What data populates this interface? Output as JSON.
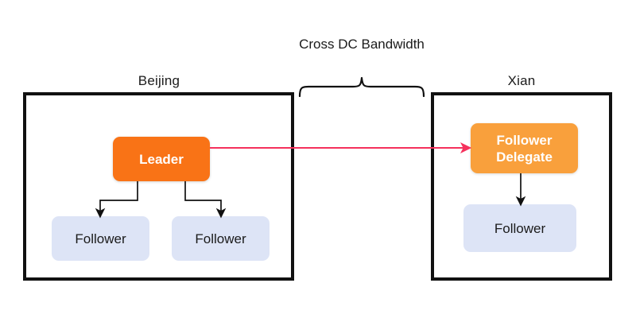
{
  "diagram": {
    "title_crossdc": "Cross DC\nBandwidth",
    "colors": {
      "leader_fill": "#f97316",
      "delegate_fill": "#f9a03c",
      "follower_fill": "#dde4f6",
      "box_border": "#111111",
      "replication_arrow": "#f5315c",
      "local_arrow": "#111111",
      "background": "#ffffff"
    },
    "regions": [
      {
        "id": "beijing",
        "label": "Beijing",
        "nodes": [
          {
            "id": "leader",
            "label": "Leader",
            "role": "leader"
          },
          {
            "id": "follower-bj-left",
            "label": "Follower",
            "role": "follower"
          },
          {
            "id": "follower-bj-right",
            "label": "Follower",
            "role": "follower"
          }
        ]
      },
      {
        "id": "xian",
        "label": "Xian",
        "nodes": [
          {
            "id": "follower-delegate",
            "label": "Follower\nDelegate",
            "role": "delegate"
          },
          {
            "id": "follower-xian",
            "label": "Follower",
            "role": "follower"
          }
        ]
      }
    ],
    "edges": [
      {
        "from": "leader",
        "to": "follower-bj-left",
        "kind": "local"
      },
      {
        "from": "leader",
        "to": "follower-bj-right",
        "kind": "local"
      },
      {
        "from": "leader",
        "to": "follower-delegate",
        "kind": "cross-dc"
      },
      {
        "from": "follower-delegate",
        "to": "follower-xian",
        "kind": "local"
      }
    ]
  }
}
